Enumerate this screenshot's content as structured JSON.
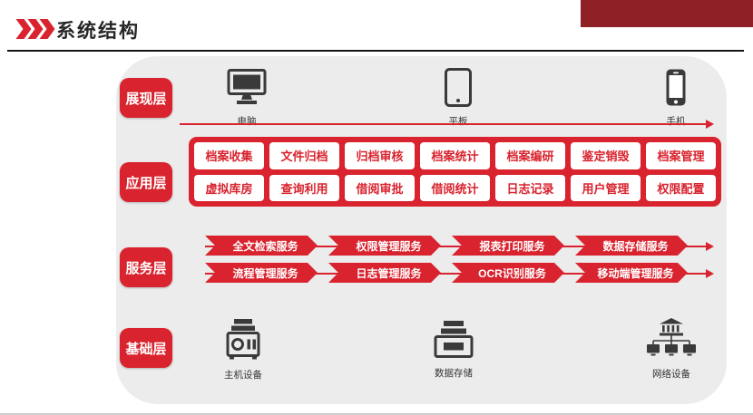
{
  "header": {
    "title": "系统结构"
  },
  "colors": {
    "accent": "#d9232e",
    "dark_bar": "#8e2026",
    "panel": "#ececec"
  },
  "presentation": {
    "label": "展现层",
    "devices": [
      {
        "name": "电脑"
      },
      {
        "name": "平板"
      },
      {
        "name": "手机"
      }
    ]
  },
  "application": {
    "label": "应用层",
    "modules": [
      "档案收集",
      "文件归档",
      "归档审核",
      "档案统计",
      "档案编研",
      "鉴定销毁",
      "档案管理",
      "虚拟库房",
      "查询利用",
      "借阅审批",
      "借阅统计",
      "日志记录",
      "用户管理",
      "权限配置"
    ]
  },
  "service": {
    "label": "服务层",
    "row1": [
      "全文检索服务",
      "权限管理服务",
      "报表打印服务",
      "数据存储服务"
    ],
    "row2": [
      "流程管理服务",
      "日志管理服务",
      "OCR识别服务",
      "移动端管理服务"
    ]
  },
  "infrastructure": {
    "label": "基础层",
    "devices": [
      {
        "name": "主机设备"
      },
      {
        "name": "数据存储"
      },
      {
        "name": "网络设备"
      }
    ]
  }
}
